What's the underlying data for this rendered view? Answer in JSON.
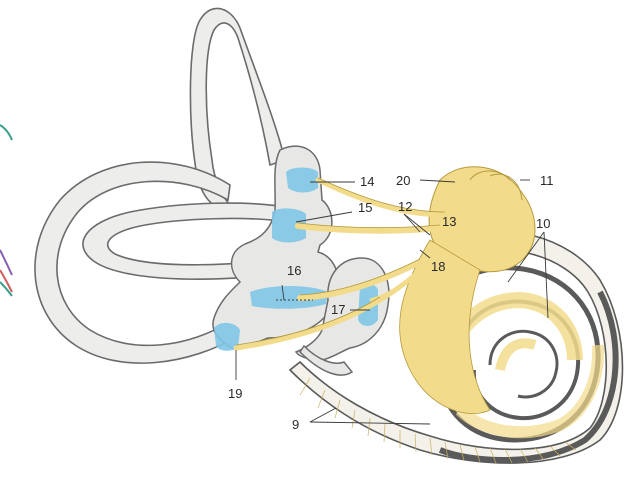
{
  "diagram": {
    "labels": {
      "l9": "9",
      "l10": "10",
      "l11": "11",
      "l12": "12",
      "l13": "13",
      "l14": "14",
      "l15": "15",
      "l16": "16",
      "l17": "17",
      "l18": "18",
      "l19": "19",
      "l20": "20"
    },
    "colors": {
      "membrane": "#ededec",
      "outline": "#6b6b6b",
      "nerve": "#f2dc8c",
      "sensory_epithelium": "#7fc6e6",
      "cochlea_wall": "#5a5a5a"
    }
  }
}
